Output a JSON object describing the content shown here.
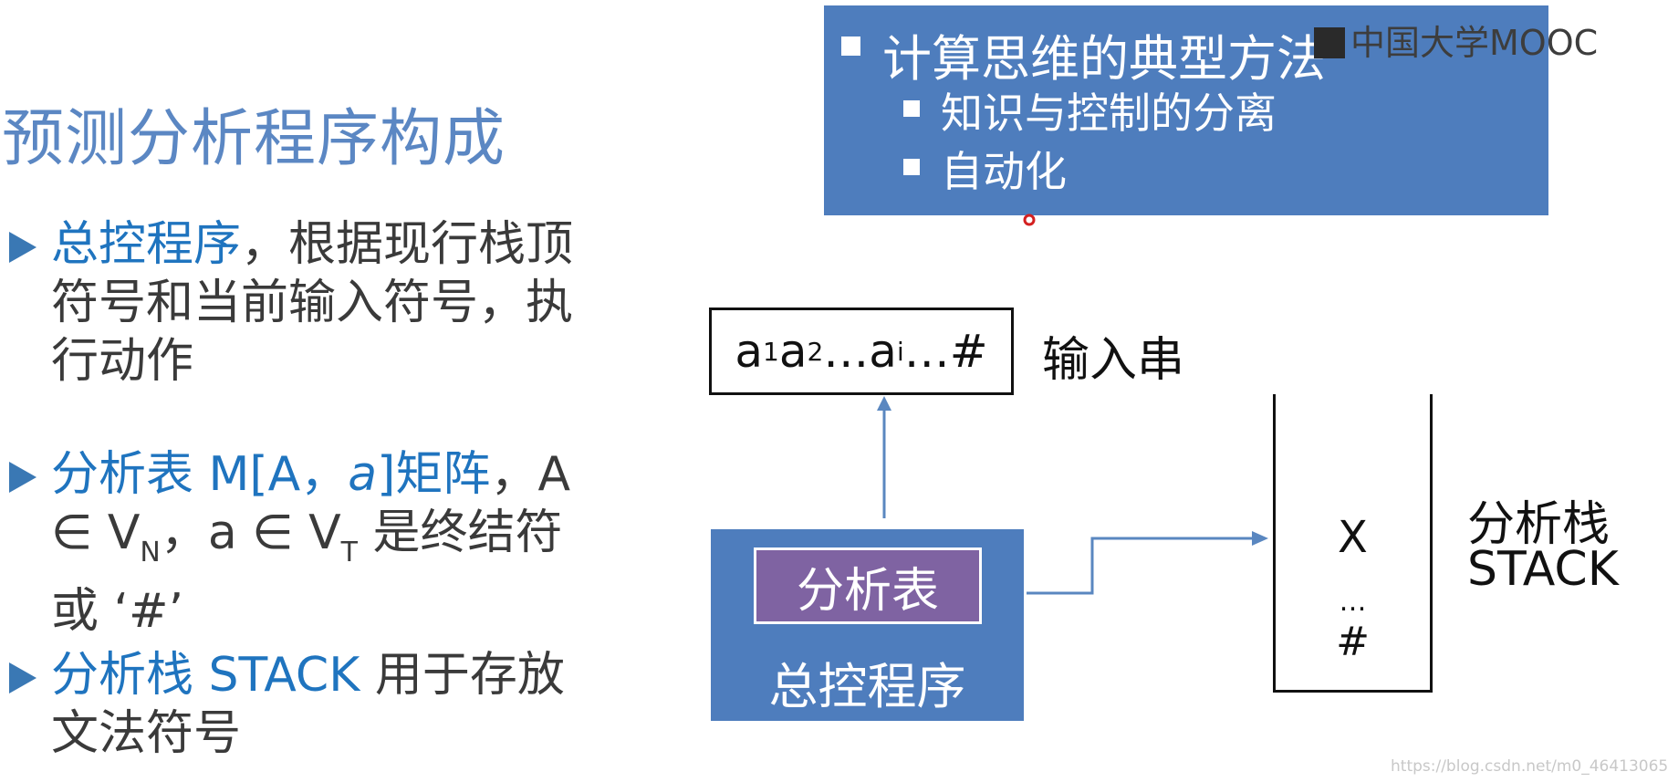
{
  "slide": {
    "title": "预测分析程序构成"
  },
  "bullets": [
    {
      "term": "总控程序",
      "rest_line1": "，根据现行栈顶",
      "line2": "符号和当前输入符号，执",
      "line3": "行动作"
    },
    {
      "term": "分析表 M[A，",
      "term_italic": "a",
      "term_end": "]矩阵",
      "rest": "，A",
      "line2_prefix": "∈ V",
      "line2_sub1": "N",
      "line2_mid": "，a ∈ V",
      "line2_sub2": "T",
      "line2_suffix": " 是终结符",
      "line3": "或 ‘#’"
    },
    {
      "term": "分析栈 STACK",
      "rest": " 用于存放",
      "line2": "文法符号"
    }
  ],
  "method_box": {
    "heading": "计算思维的典型方法",
    "items": [
      "知识与控制的分离",
      "自动化"
    ]
  },
  "logo_text": "中国大学MOOC",
  "diagram": {
    "input_string": {
      "a": "a",
      "s1": "1",
      "s2": "2",
      "ellipsis": "…",
      "si": "i",
      "end": "…#"
    },
    "input_label": "输入串",
    "table_label": "分析表",
    "control_label": "总控程序",
    "stack_top": "X",
    "stack_middle": "…",
    "stack_bottom": "#",
    "stack_label_line1": "分析栈",
    "stack_label_line2": "STACK"
  },
  "watermark": "https://blog.csdn.net/m0_46413065",
  "colors": {
    "accent_blue": "#4e7dbd",
    "table_purple": "#7f63a2",
    "title_blue": "#5b87c3",
    "term_blue": "#1f74bf",
    "arrow_blue": "#5a87c0"
  }
}
